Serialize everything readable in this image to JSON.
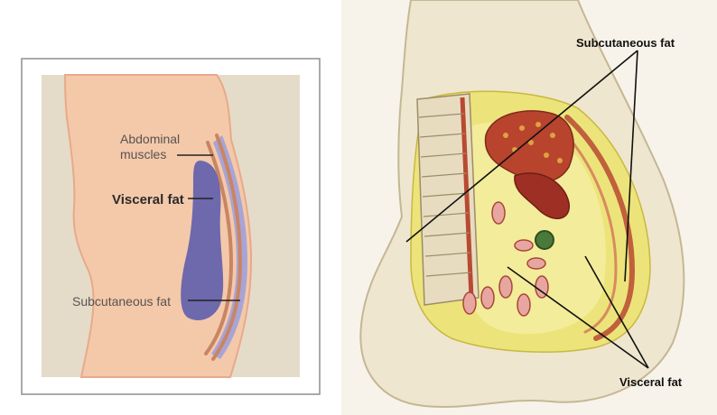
{
  "left_panel": {
    "abdominal_muscles_line1": "Abdominal",
    "abdominal_muscles_line2": "muscles",
    "visceral_fat": "Visceral fat",
    "subcutaneous_fat": "Subcutaneous fat"
  },
  "right_panel": {
    "subcutaneous_fat": "Subcutaneous fat",
    "visceral_fat": "Visceral fat"
  },
  "colors": {
    "skin": "#f3c9aa",
    "skin_edge": "#e9a98a",
    "muscle": "#c98563",
    "visceral": "#6e68ad",
    "subcut_band": "#a8a4d6",
    "backdrop": "#e4dcc8",
    "fat_yellow": "#ece47a",
    "organ_red": "#b8442e"
  }
}
